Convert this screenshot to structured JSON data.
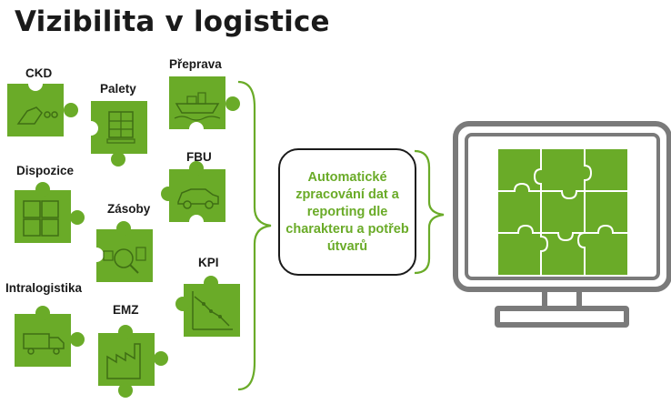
{
  "title": "Vizibilita v logistice",
  "pieces": [
    {
      "key": "ckd",
      "label": "CKD",
      "icon": "car-parts-icon"
    },
    {
      "key": "palety",
      "label": "Palety",
      "icon": "pallet-icon"
    },
    {
      "key": "preprava",
      "label": "Přeprava",
      "icon": "ship-icon"
    },
    {
      "key": "dispozice",
      "label": "Dispozice",
      "icon": "boxes-icon"
    },
    {
      "key": "fbu",
      "label": "FBU",
      "icon": "car-icon"
    },
    {
      "key": "zasoby",
      "label": "Zásoby",
      "icon": "inventory-search-icon"
    },
    {
      "key": "kpi",
      "label": "KPI",
      "icon": "chart-icon"
    },
    {
      "key": "intralogistika",
      "label": "Intralogistika",
      "icon": "truck-icon"
    },
    {
      "key": "emz",
      "label": "EMZ",
      "icon": "factory-icon"
    }
  ],
  "center_text": "Automatické zpracování dat a reporting dle charakteru a potřeb útvarů",
  "colors": {
    "green": "#6aab28",
    "grey": "#7a7a7a",
    "dark": "#1a1a1a"
  }
}
